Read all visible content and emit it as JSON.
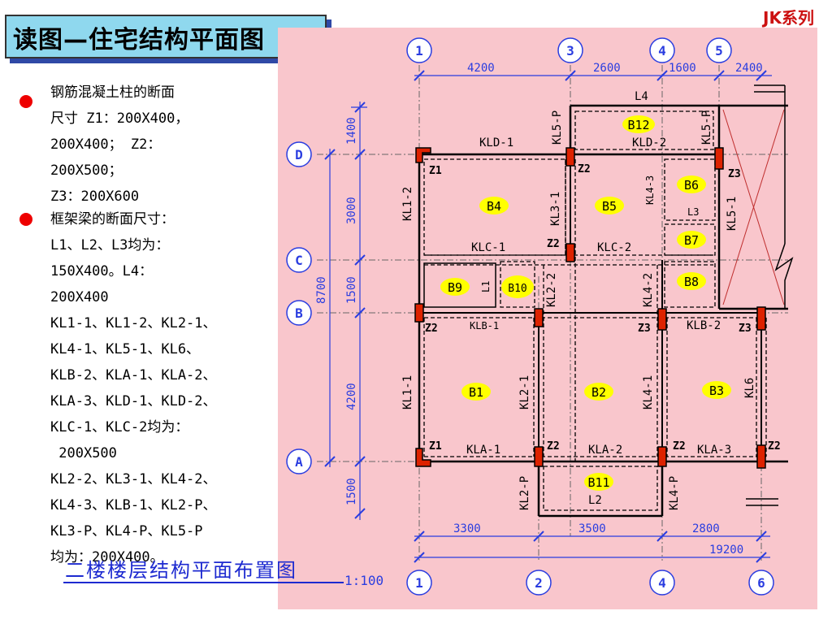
{
  "title": "读图—住宅结构平面图",
  "series_tag": "JK系列",
  "notes": {
    "column_text": "钢筋混凝土柱的断面\n尺寸 Z1：200X400，\n200X400； Z2：\n200X500；\nZ3：200X600",
    "beam_text": "框架梁的断面尺寸：\nL1、L2、L3均为：\n150X400。L4：\n200X400\nKL1-1、KL1-2、KL2-1、\nKL4-1、KL5-1、KL6、\nKLB-2、KLA-1、KLA-2、\nKLA-3、KLD-1、KLD-2、\nKLC-1、KLC-2均为：\n 200X500\nKL2-2、KL3-1、KL4-2、\nKL4-3、KLB-1、KL2-P、\nKL3-P、KL4-P、KL5-P\n均为：200X400。"
  },
  "caption": "二楼楼层结构平面布置图",
  "scale": "1:100",
  "plan": {
    "top_axes": [
      "1",
      "3",
      "4",
      "5"
    ],
    "bottom_axes": [
      "1",
      "2",
      "4",
      "6"
    ],
    "side_axes": [
      "D",
      "C",
      "B",
      "A"
    ],
    "top_dims": [
      "4200",
      "2600",
      "1600",
      "2400"
    ],
    "bottom_dims": [
      "3300",
      "3500",
      "2800"
    ],
    "total_dim": "19200",
    "left_dims": [
      "1400",
      "3000",
      "1500",
      "4200",
      "1500"
    ],
    "left_total": "8700",
    "slabs": [
      "B1",
      "B2",
      "B3",
      "B4",
      "B5",
      "B6",
      "B7",
      "B8",
      "B9",
      "B10",
      "B11",
      "B12"
    ],
    "beams": {
      "l4": "L4",
      "kld1": "KLD-1",
      "kld2": "KLD-2",
      "kl5p_a": "KL5-P",
      "kl5p_b": "KL5-P",
      "kl12": "KL1-2",
      "kl31": "KL3-1",
      "kl43": "KL4-3",
      "kl51": "KL5-1",
      "l3": "L3",
      "klc1": "KLC-1",
      "klc2": "KLC-2",
      "l1": "L1",
      "kl22": "KL2-2",
      "kl42": "KL4-2",
      "klb1": "KLB-1",
      "klb2": "KLB-2",
      "kl11": "KL1-1",
      "kl21": "KL2-1",
      "kl41": "KL4-1",
      "kl6": "KL6",
      "kla1": "KLA-1",
      "kla2": "KLA-2",
      "kla3": "KLA-3",
      "kl2p": "KL2-P",
      "kl4p": "KL4-P",
      "l2": "L2"
    },
    "columns": {
      "d1": "Z1",
      "d3": "Z2",
      "d5": "Z3",
      "c3": "Z2",
      "b1": "Z2",
      "b4": "Z3",
      "b6": "Z3",
      "a1": "Z1",
      "a2": "Z2",
      "a4": "Z2",
      "a6": "Z2"
    }
  },
  "colors": {
    "accent": "#2f49a6",
    "line_blue": "#2a3de0",
    "slab_tag": "#ffff00",
    "column_red": "#dd2200",
    "plan_bg": "#f9c6cc"
  }
}
